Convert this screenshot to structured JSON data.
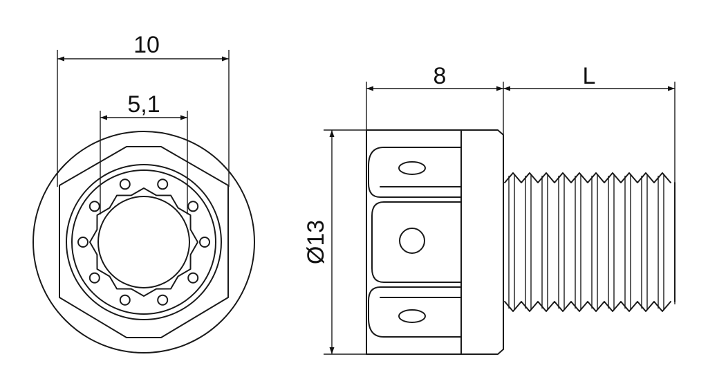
{
  "dimensions": {
    "flange_width": "10",
    "socket_width": "5,1",
    "head_length": "8",
    "thread_length": "L",
    "head_diameter": "Ø13"
  },
  "colors": {
    "line": "#1a1a1a",
    "background": "#ffffff"
  }
}
